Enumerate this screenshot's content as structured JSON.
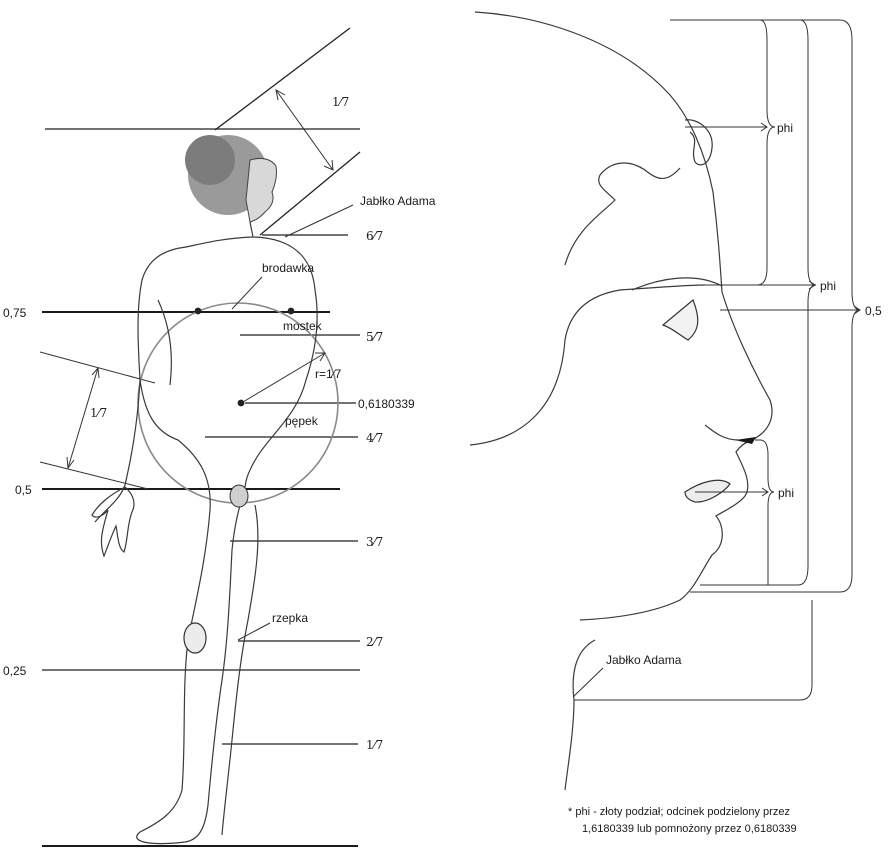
{
  "body_figure": {
    "left_scale": {
      "mark_075": "0,75",
      "mark_05": "0,5",
      "mark_025": "0,25"
    },
    "seventh_marks": {
      "six": "6⁄7",
      "five": "5⁄7",
      "four": "4⁄7",
      "three": "3⁄7",
      "two": "2⁄7",
      "one": "1⁄7"
    },
    "segment_labels": {
      "head_segment": "1⁄7",
      "arm_segment": "1⁄7",
      "radius": "r=1⁄7"
    },
    "anatomy_labels": {
      "adams_apple": "Jabłko Adama",
      "nipple": "brodawka",
      "sternum": "mostek",
      "navel": "pępek",
      "navel_value": "0,6180339",
      "kneecap": "rzepka"
    }
  },
  "face_profile": {
    "phi_labels": {
      "eye": "phi",
      "nose": "phi",
      "mouth": "phi"
    },
    "right_value": "0,5",
    "adams_apple": "Jabłko Adama"
  },
  "footnote": {
    "line1": "* phi - złoty podział; odcinek podzielony przez",
    "line2": "1,6180339 lub pomnożony przez 0,6180339"
  }
}
